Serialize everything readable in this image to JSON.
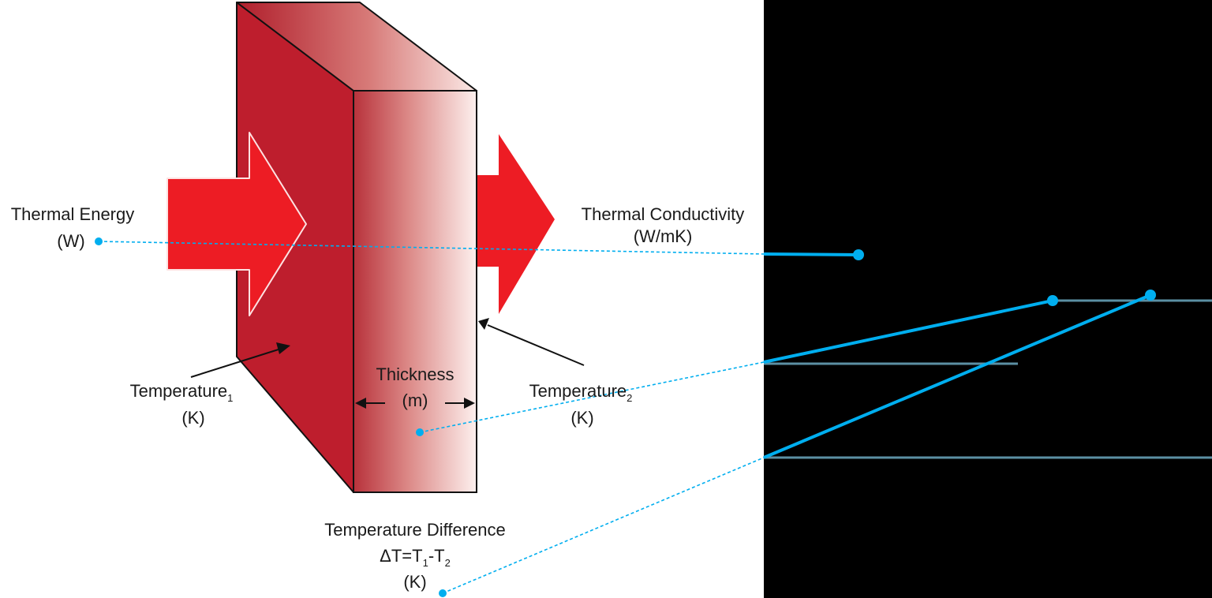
{
  "labels": {
    "thermal_energy": "Thermal Energy",
    "thermal_energy_unit": "(W)",
    "thermal_conductivity": "Thermal Conductivity",
    "thermal_conductivity_unit": "(W/mK)",
    "thickness": "Thickness",
    "thickness_unit": "(m)",
    "temperature1": "Temperature",
    "temperature1_sub": "1",
    "temperature1_unit": "(K)",
    "temperature2": "Temperature",
    "temperature2_sub": "2",
    "temperature2_unit": "(K)",
    "temp_diff_title": "Temperature Difference",
    "temp_diff_eq_a": "ΔT=T",
    "temp_diff_eq_sub1": "1",
    "temp_diff_eq_b": "-T",
    "temp_diff_eq_sub2": "2",
    "temp_diff_unit": "(K)"
  },
  "colors": {
    "wall_front": "#be1e2d",
    "wall_side_light": "#fdeeec",
    "arrow_red": "#ed1c24",
    "leader_blue": "#00aeef",
    "leader_teal": "#5b8fa3",
    "text": "#1a1a1a"
  }
}
